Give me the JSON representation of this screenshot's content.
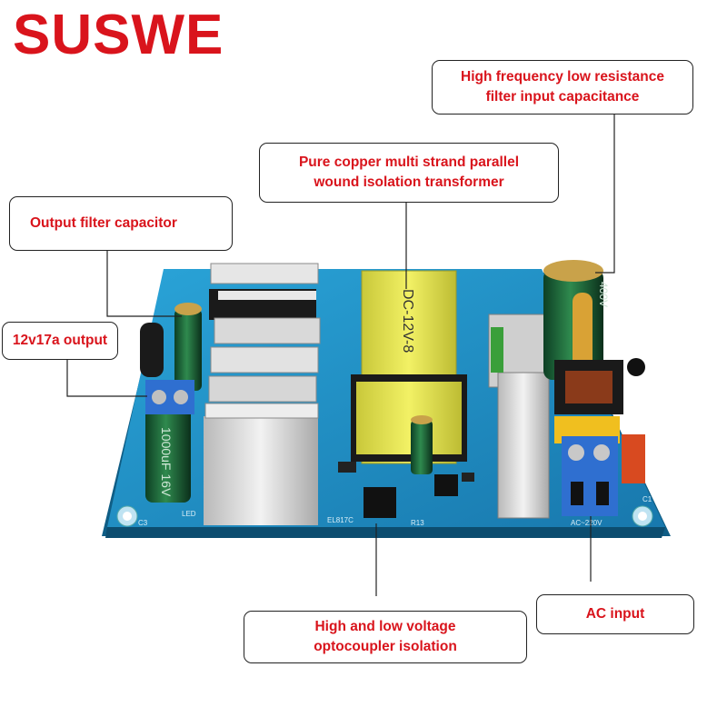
{
  "brand": {
    "name": "SUSWE",
    "color": "#d9141c"
  },
  "callouts": {
    "input_capacitance": {
      "line1": "High frequency low resistance",
      "line2": "filter input capacitance"
    },
    "transformer": {
      "line1": "Pure copper multi strand parallel",
      "line2": "wound isolation transformer"
    },
    "output_capacitor": {
      "line1": "Output filter capacitor"
    },
    "output": {
      "line1": "12v17a output"
    },
    "optocoupler": {
      "line1": "High and low voltage",
      "line2": "optocoupler isolation"
    },
    "ac_input": {
      "line1": "AC input"
    }
  },
  "board_marks": {
    "transformer_label": "DC-12V-8",
    "output_cap_label": "1000uF 16V",
    "input_cap_label": "400V",
    "optocoupler_label": "EL817C",
    "ac_label": "AC~220V",
    "led_label": "LED",
    "c3_label": "C3",
    "c1_label": "C1",
    "r13_label": "R13"
  },
  "colors": {
    "text_accent": "#d9141c",
    "pcb": "#1f8fc4",
    "transformer": "#e9e84a",
    "terminal": "#2f6fd0",
    "heatsink": "#d8d8d8"
  }
}
